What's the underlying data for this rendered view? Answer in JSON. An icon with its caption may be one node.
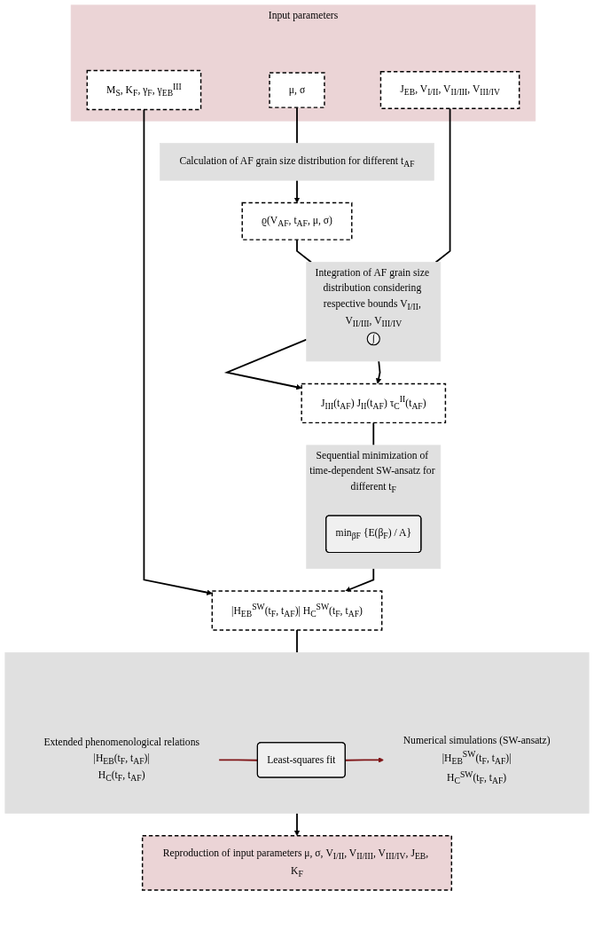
{
  "diagram": {
    "nodes": [
      {
        "text": [
          "Input parameters"
        ]
      },
      {
        "text": [
          "μ, σ"
        ],
        "in": 0
      },
      {
        "text": [
          "J$_{EB}$, V$_{I/II}$, V$_{II/III}$, V$_{III/IV}$"
        ],
        "in": 0
      },
      {
        "text": [
          "M$_{S}$, K$_{F}$, γ$_{F}$, γ$_{EB}$$^{III}$"
        ],
        "in": 0
      },
      {
        "text": [
          "Calculation of AF grain size distribution for different t$_{AF}$"
        ]
      },
      {
        "text": [
          "ϱ(V$_{AF}$, t$_{AF}$, μ, σ)"
        ]
      },
      {
        "text": [
          "Integration of AF grain size distribution considering respective bounds V$_{I/II}$, V$_{II/III}$, V$_{III/IV}$"
        ]
      },
      {
        "text": [
          "∫"
        ],
        "in": 6
      },
      {
        "text": [
          "J$_{III}$(t$_{AF}$)   J$_{II}$(t$_{AF}$)   τ$_{C}$$^{II}$(t$_{AF}$)"
        ]
      },
      {
        "text": [
          "Sequential minimization of time-dependent SW-ansatz for different t$_{F}$"
        ]
      },
      {
        "text": [
          "min$_{βF}$ {E(β$_{F}$) / A}"
        ],
        "in": 9
      },
      {
        "text": [
          "|H$_{EB}$$^{SW}$(t$_{F}$, t$_{AF}$)|   H$_{C}$$^{SW}$(t$_{F}$, t$_{AF}$)"
        ]
      },
      {
        "text": [],
        "shape": "box"
      },
      {
        "text": [
          "Extended phenomenological relations",
          "|H$_{EB}$(t$_{F}$, t$_{AF}$)|",
          "H$_{C}$(t$_{F}$, t$_{AF}$)"
        ],
        "in": 12
      },
      {
        "text": [
          "Least-squares fit"
        ],
        "in": 12
      },
      {
        "text": [
          "Numerical simulations (SW-ansatz)",
          "|H$_{EB}$$^{SW}$(t$_{F}$, t$_{AF}$)|",
          "H$_{C}$$^{SW}$(t$_{F}$, t$_{AF}$)"
        ],
        "in": 12
      },
      {
        "text": [
          "Reproduction of input parameters μ, σ, V$_{I/II}$, V$_{II/III}$, V$_{III/IV}$, J$_{EB}$, K$_{F}$"
        ]
      }
    ],
    "edges": [
      {
        "from": 1,
        "to": 4,
        "arrow": "none"
      },
      {
        "from": 4,
        "to": 5,
        "arrow": "to"
      },
      {
        "from": 5,
        "to": 6,
        "arrow": "none"
      },
      {
        "from": 2,
        "to": 6,
        "arrow": "none"
      },
      {
        "from": 6,
        "to": 8,
        "arrow": "to"
      },
      {
        "from": 6,
        "to": 8,
        "arrow": "to"
      },
      {
        "from": 8,
        "to": 9,
        "arrow": "none"
      },
      {
        "from": 9,
        "to": 11,
        "arrow": "to"
      },
      {
        "from": 3,
        "to": 11,
        "arrow": "to"
      },
      {
        "from": 11,
        "to": 12,
        "arrow": "none"
      },
      {
        "from": 13,
        "to": 14,
        "arrow": "none",
        "color": "#7f1416"
      },
      {
        "from": 14,
        "to": 15,
        "arrow": "to",
        "color": "#7f1416"
      },
      {
        "from": 12,
        "to": 16,
        "arrow": "to"
      }
    ]
  }
}
